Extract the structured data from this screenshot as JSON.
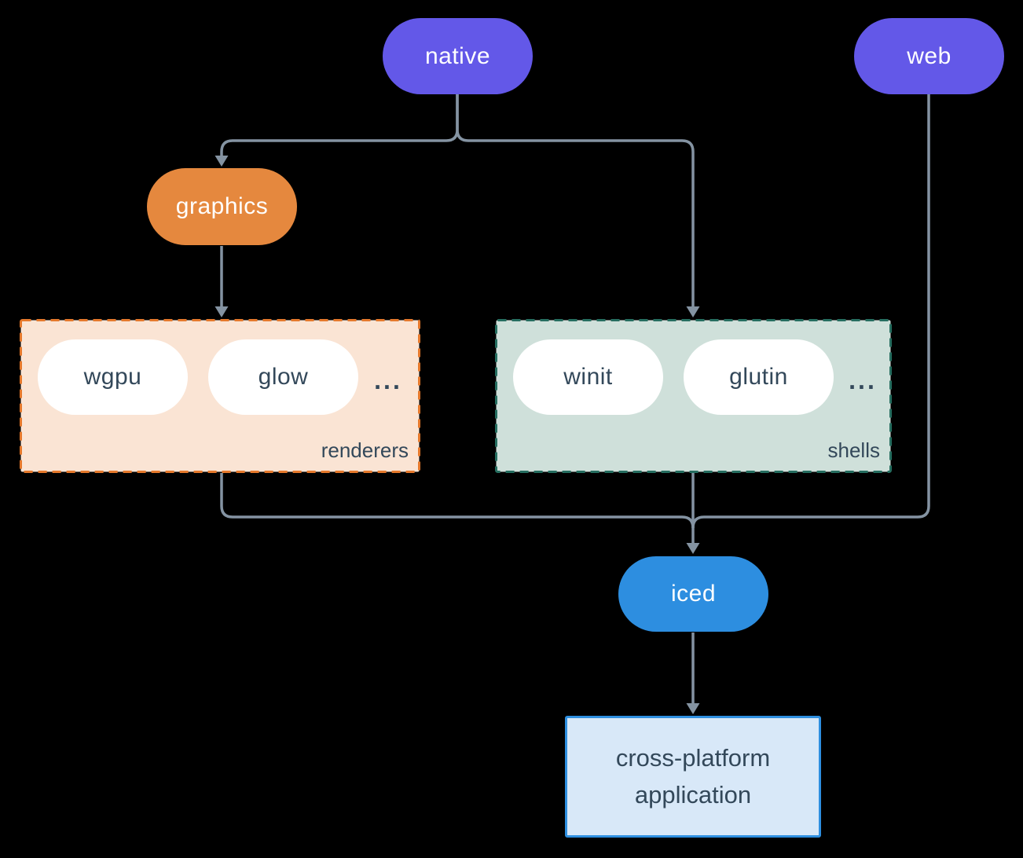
{
  "colors": {
    "background": "#000000",
    "connector": "#8493a2",
    "native_fill": "#6358e8",
    "web_fill": "#6358e8",
    "graphics_fill": "#e5883e",
    "iced_fill": "#2d8ee0",
    "sub_pill_fill": "#ffffff",
    "dark_text": "#33485a",
    "light_text": "#ffffff",
    "renderers_bg": "#fae4d4",
    "renderers_border": "#e5792c",
    "shells_bg": "#cfe0da",
    "shells_border": "#266e60",
    "app_bg": "#d8e8f8",
    "app_border": "#2e8fe0"
  },
  "nodes": {
    "native": "native",
    "web": "web",
    "graphics": "graphics",
    "iced": "iced"
  },
  "groups": {
    "renderers": {
      "label": "renderers",
      "items": [
        "wgpu",
        "glow"
      ],
      "more": "..."
    },
    "shells": {
      "label": "shells",
      "items": [
        "winit",
        "glutin"
      ],
      "more": "..."
    }
  },
  "application": {
    "line1": "cross-platform",
    "line2": "application"
  },
  "edges": [
    {
      "from": "native",
      "to": "graphics"
    },
    {
      "from": "native",
      "to": "shells"
    },
    {
      "from": "graphics",
      "to": "renderers"
    },
    {
      "from": "renderers",
      "to": "iced"
    },
    {
      "from": "shells",
      "to": "iced"
    },
    {
      "from": "web",
      "to": "iced"
    },
    {
      "from": "iced",
      "to": "application"
    }
  ]
}
